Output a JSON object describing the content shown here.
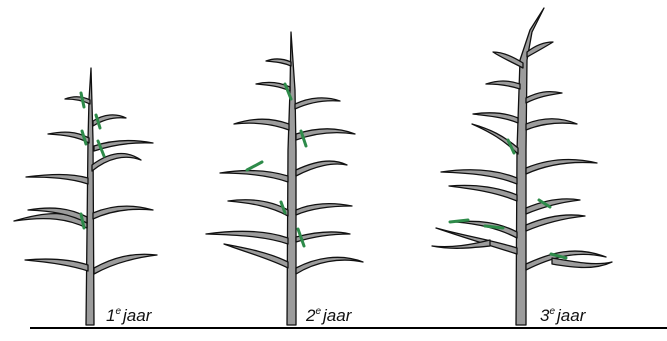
{
  "captions": [
    {
      "num": "1",
      "sup": "e",
      "word": "jaar"
    },
    {
      "num": "2",
      "sup": "e",
      "word": "jaar"
    },
    {
      "num": "3",
      "sup": "e",
      "word": "jaar"
    }
  ],
  "colors": {
    "cut_mark": "#2e8b4a",
    "bark": "#9c9c9c",
    "outline": "#111111",
    "ground": "#000000"
  }
}
